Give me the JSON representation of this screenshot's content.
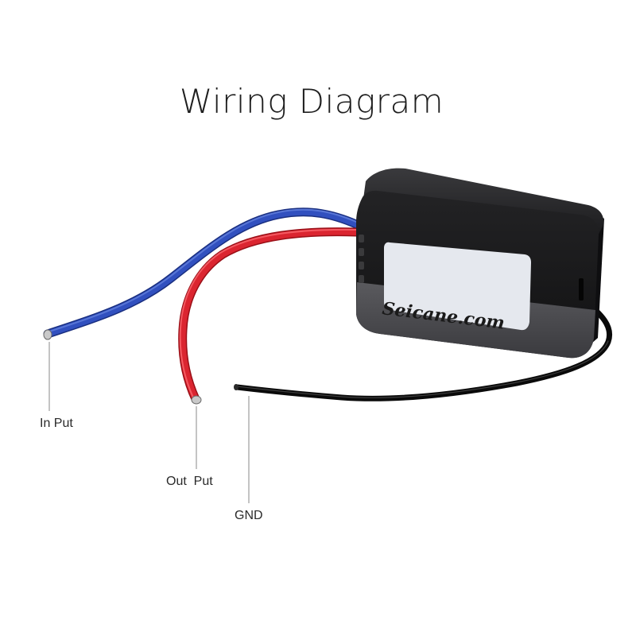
{
  "title": "Wiring Diagram",
  "labels": {
    "input": "In Put",
    "output": "Out  Put",
    "gnd": "GND"
  },
  "device": {
    "brand": "Seicane.com"
  },
  "colors": {
    "input_wire": "#2b46a8",
    "output_wire": "#d81f2a",
    "gnd_wire": "#111111",
    "housing": "#1c1c1e",
    "leader_line": "#7a7a7a"
  }
}
